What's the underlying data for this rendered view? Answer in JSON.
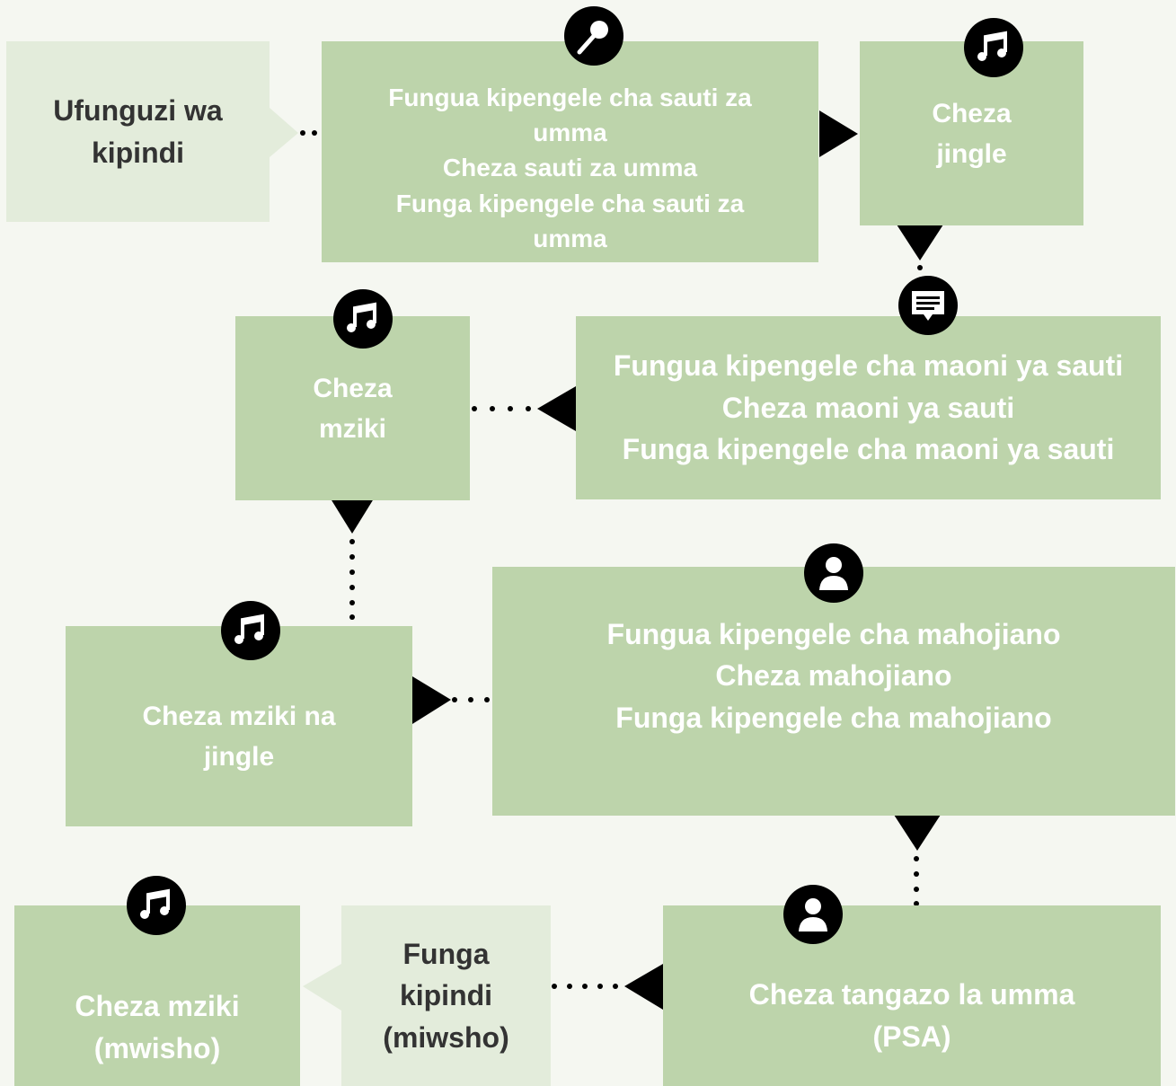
{
  "nodes": {
    "opening": {
      "lines": [
        "Ufunguzi wa",
        "kipindi"
      ]
    },
    "public_voices": {
      "lines": [
        "Fungua kipengele cha sauti za",
        "umma",
        "Cheza sauti za umma",
        "Funga kipengele cha sauti za",
        "umma"
      ],
      "icon": "microphone-icon"
    },
    "jingle1": {
      "lines": [
        "Cheza",
        "jingle"
      ],
      "icon": "music-note-icon"
    },
    "voice_comments": {
      "lines": [
        "Fungua kipengele cha maoni ya sauti",
        "Cheza maoni ya sauti",
        "Funga kipengele cha maoni ya sauti"
      ],
      "icon": "comment-icon"
    },
    "music": {
      "lines": [
        "Cheza",
        "mziki"
      ],
      "icon": "music-note-icon"
    },
    "music_jingle": {
      "lines": [
        "Cheza mziki na",
        "jingle"
      ],
      "icon": "music-note-icon"
    },
    "interview": {
      "lines": [
        "Fungua kipengele cha mahojiano",
        "Cheza mahojiano",
        "Funga kipengele cha mahojiano"
      ],
      "icon": "person-icon"
    },
    "psa": {
      "lines": [
        "Cheza tangazo la umma",
        "(PSA)"
      ],
      "icon": "person-icon"
    },
    "closing": {
      "lines": [
        "Funga",
        "kipindi",
        "(miwsho)"
      ]
    },
    "end_music": {
      "lines": [
        "Cheza mziki",
        "(mwisho)"
      ],
      "icon": "music-note-icon"
    }
  },
  "colors": {
    "box_fill": "#bdd4ab",
    "box_fill_light": "#e3ecdb",
    "background": "#f5f7f1",
    "text_light": "#ffffff",
    "text_dark": "#333333",
    "connector": "#000000"
  }
}
